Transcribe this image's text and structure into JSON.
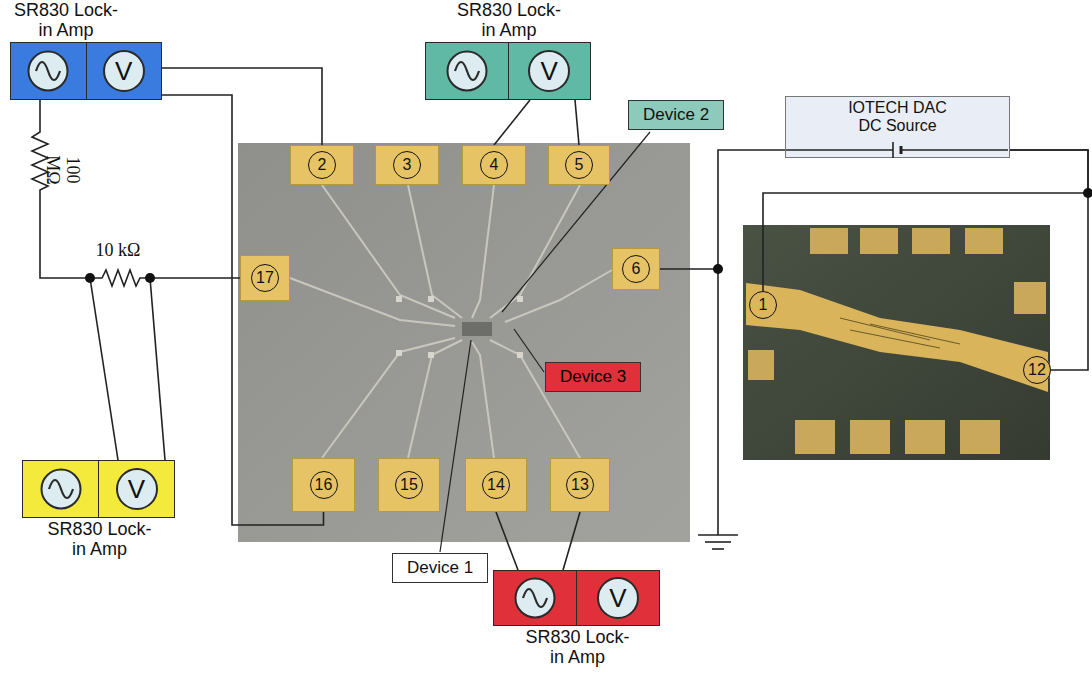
{
  "diagram": {
    "nodes": [
      {
        "text": [
          "SR830 Lock-in Amp",
          "V"
        ]
      },
      {
        "text": [
          "SR830 Lock-in Amp",
          "V"
        ]
      },
      {
        "text": [
          "Device 2"
        ]
      },
      {
        "text": [
          "IOTECH DAC DC Source"
        ]
      },
      {
        "text": [
          "2"
        ]
      },
      {
        "text": [
          "3"
        ]
      },
      {
        "text": [
          "4"
        ]
      },
      {
        "text": [
          "5"
        ]
      },
      {
        "text": [
          "6"
        ]
      },
      {
        "text": [
          "17"
        ]
      },
      {
        "text": [
          "1"
        ]
      },
      {
        "text": [
          "12"
        ]
      },
      {
        "text": [
          "Device 3"
        ]
      },
      {
        "text": [
          "SR830 Lock-in Amp",
          "V"
        ]
      },
      {
        "text": [
          "16"
        ]
      },
      {
        "text": [
          "15"
        ]
      },
      {
        "text": [
          "14"
        ]
      },
      {
        "text": [
          "13"
        ]
      },
      {
        "text": [
          "Device 1"
        ]
      },
      {
        "text": [
          "SR830 Lock-in Amp",
          "V"
        ]
      }
    ],
    "edges": [
      {
        "from": 0,
        "to": 4,
        "arrow": "none"
      },
      {
        "from": 0,
        "to": 14,
        "arrow": "none"
      },
      {
        "from": 0,
        "to": 9,
        "arrow": "none"
      },
      {
        "from": 1,
        "to": 6,
        "arrow": "none"
      },
      {
        "from": 1,
        "to": 7,
        "arrow": "none"
      },
      {
        "from": 3,
        "to": 8,
        "arrow": "none"
      },
      {
        "from": 3,
        "to": 10,
        "arrow": "none"
      },
      {
        "from": 3,
        "to": 11,
        "arrow": "none"
      },
      {
        "from": 19,
        "to": 16,
        "arrow": "none"
      },
      {
        "from": 19,
        "to": 17,
        "arrow": "none"
      }
    ],
    "labels": [
      "100 MΩ",
      "10 kΩ"
    ]
  }
}
